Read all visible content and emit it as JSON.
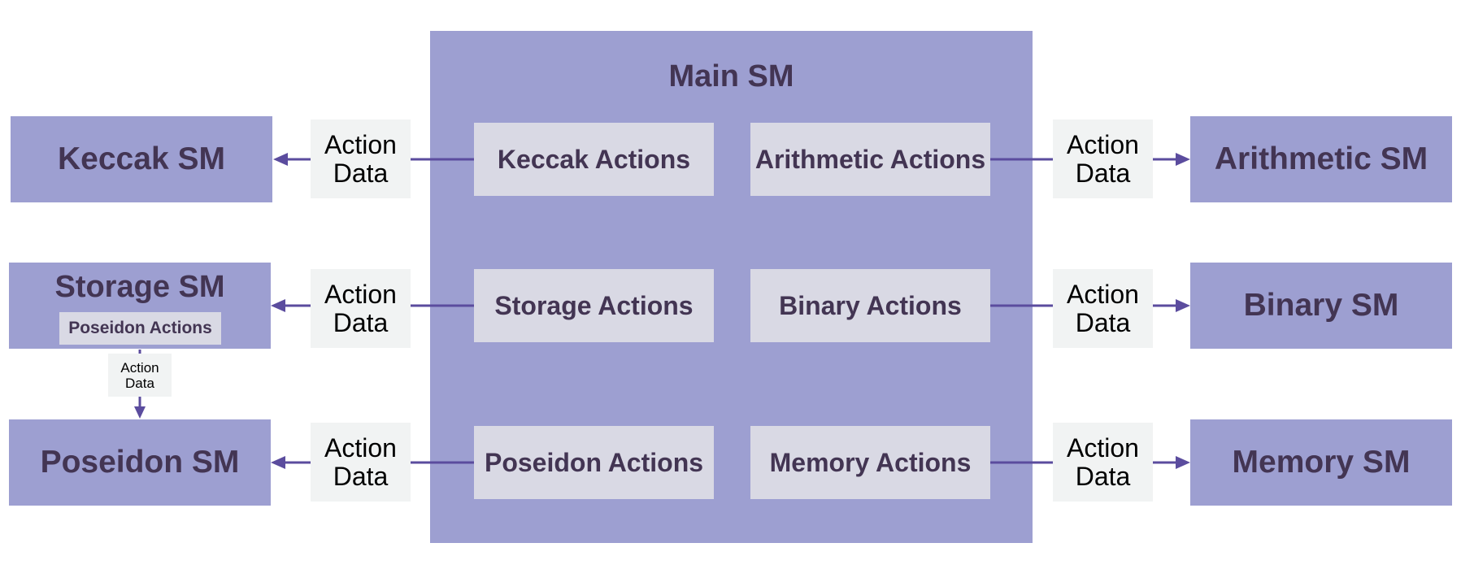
{
  "colors": {
    "main_fill": "#9d9fd1",
    "sm_fill": "#9d9fd1",
    "action_box_fill": "#d9d9e4",
    "label_fill": "#f1f3f3",
    "text_dark": "#433553",
    "arrow": "#5b4c9e"
  },
  "main": {
    "title": "Main SM"
  },
  "actions": {
    "keccak": "Keccak Actions",
    "arithmetic": "Arithmetic Actions",
    "storage": "Storage Actions",
    "binary": "Binary Actions",
    "poseidon": "Poseidon Actions",
    "memory": "Memory Actions"
  },
  "state_machines": {
    "keccak": "Keccak SM",
    "storage": "Storage SM",
    "storage_sub_action": "Poseidon Actions",
    "poseidon": "Poseidon SM",
    "arithmetic": "Arithmetic SM",
    "binary": "Binary SM",
    "memory": "Memory SM"
  },
  "edge_label": "Action\nData"
}
